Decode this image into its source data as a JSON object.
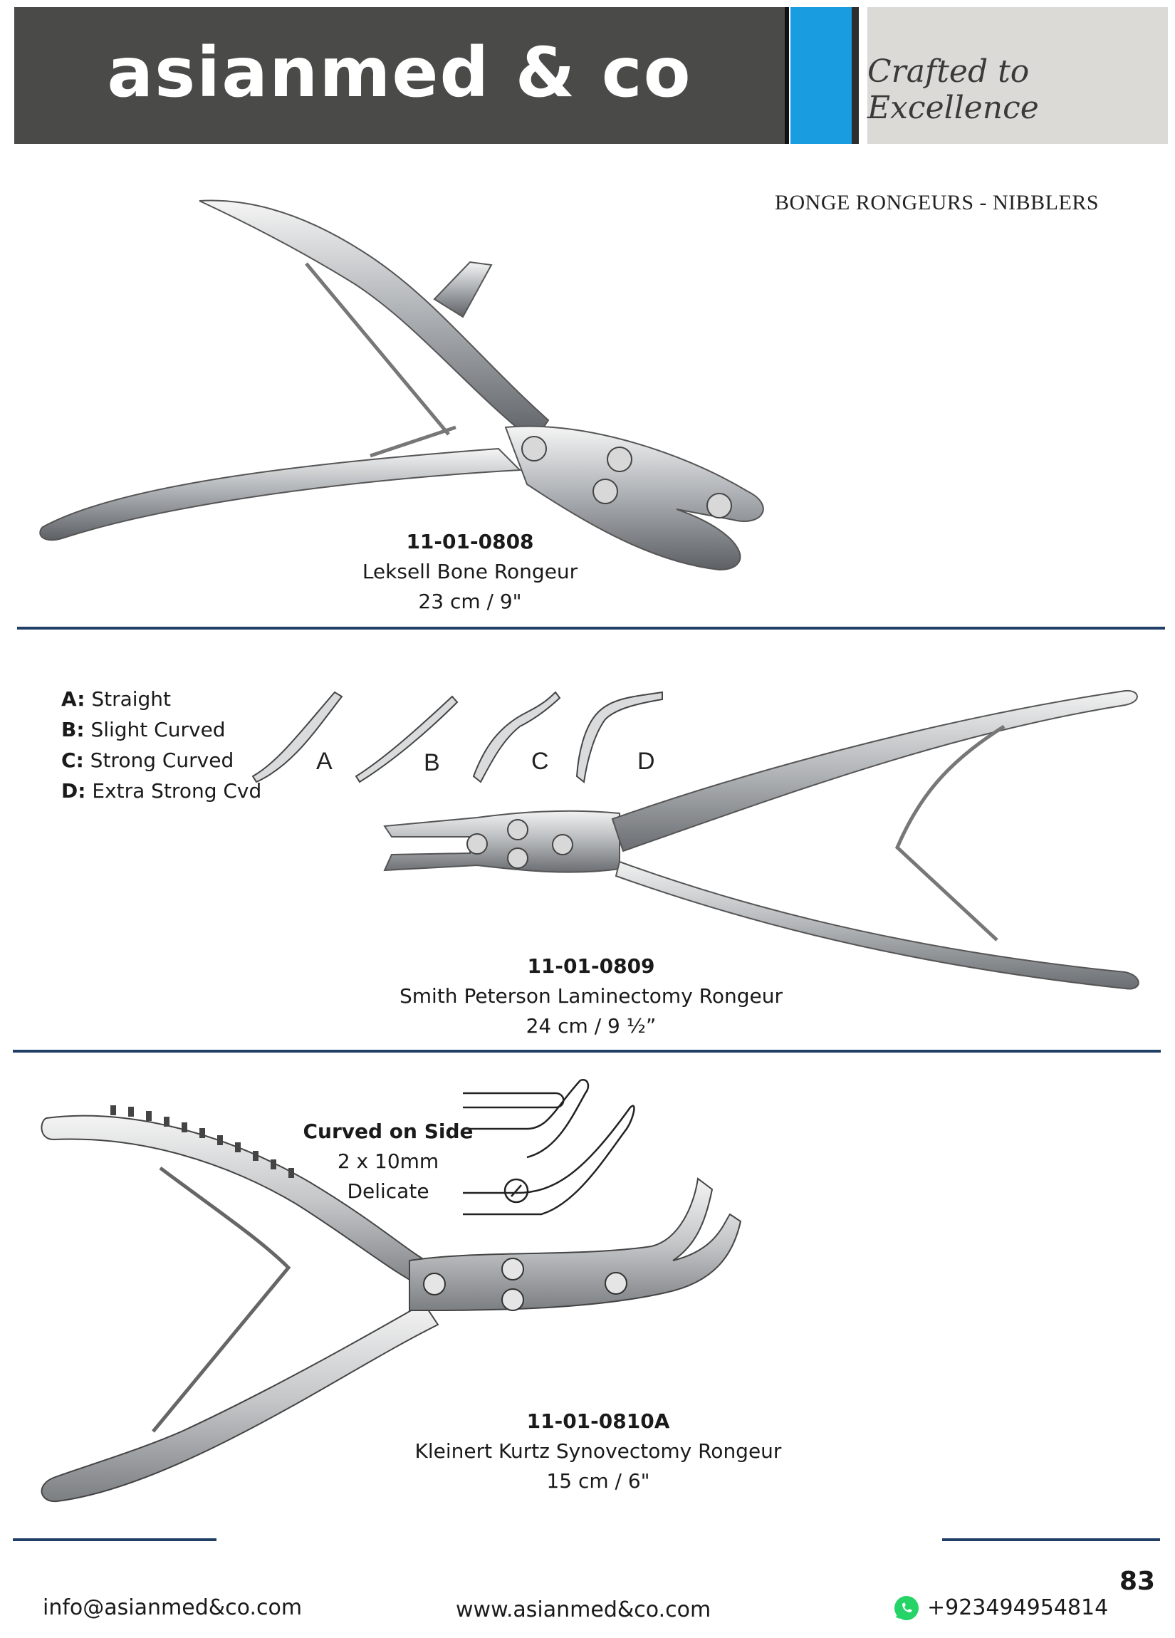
{
  "header": {
    "brand": "asianmed & co",
    "tagline": "Crafted to Excellence"
  },
  "category": "BONGE RONGEURS - NIBBLERS",
  "products": [
    {
      "code": "11-01-0808",
      "name": "Leksell Bone Rongeur",
      "size": "23 cm / 9\""
    },
    {
      "code": "11-01-0809",
      "name": "Smith Peterson Laminectomy Rongeur",
      "size": "24 cm / 9 ½”"
    },
    {
      "code": "11-01-0810A",
      "name": "Kleinert Kurtz Synovectomy Rongeur",
      "size": "15 cm / 6\""
    }
  ],
  "variants": [
    {
      "letter": "A",
      "label": "Straight"
    },
    {
      "letter": "B",
      "label": "Slight Curved"
    },
    {
      "letter": "C",
      "label": "Strong Curved"
    },
    {
      "letter": "D",
      "label": "Extra Strong Cvd"
    }
  ],
  "detail": {
    "title": "Curved on Side",
    "size": "2 x 10mm",
    "note": "Delicate"
  },
  "page_number": "83",
  "footer": {
    "email": "info@asianmed&co.com",
    "website": "www.asianmed&co.com",
    "phone": "+923494954814"
  },
  "colors": {
    "header_dark": "#4a4a48",
    "header_blue": "#1a9ce0",
    "header_grey": "#dcdad7",
    "rule": "#1f3f66",
    "whatsapp": "#25d366"
  }
}
